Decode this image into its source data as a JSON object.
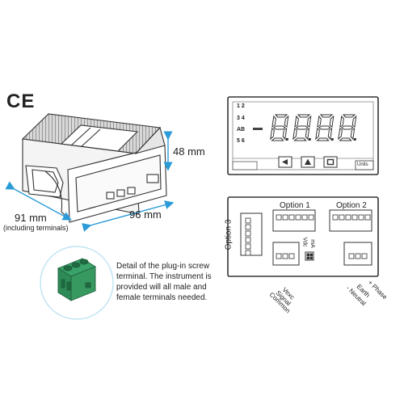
{
  "certification": {
    "mark": "CE"
  },
  "dimensions": {
    "height": "48 mm",
    "width": "96 mm",
    "depth": "91 mm",
    "depth_note": "(including terminals)"
  },
  "front_panel": {
    "indicators": [
      "1 2",
      "3 4",
      "AB",
      "5 6"
    ],
    "display_digits": "8.8.8.8",
    "sign": "−",
    "units_label": "Units",
    "button_icons": [
      "left-arrow-icon",
      "up-arrow-icon",
      "enter-square-icon"
    ]
  },
  "rear_panel": {
    "option1": "Option 1",
    "option2": "Option 2",
    "option3": "Option 3",
    "vdc_ma": [
      "Vdc",
      "mA"
    ],
    "terminal_labels": [
      "Vexc",
      "Signal",
      "Common",
      "+ Phase",
      "Earth",
      "- Neutral"
    ]
  },
  "terminal_detail": {
    "caption_lines": [
      "Detail of the plug-in screw",
      "terminal. The instrument is",
      "provided will all male and",
      "female terminals needed."
    ]
  },
  "colors": {
    "accent": "#2b9bd8",
    "line": "#333333",
    "terminal_green": "#2e8b57",
    "circle": "#bfe3f4"
  }
}
